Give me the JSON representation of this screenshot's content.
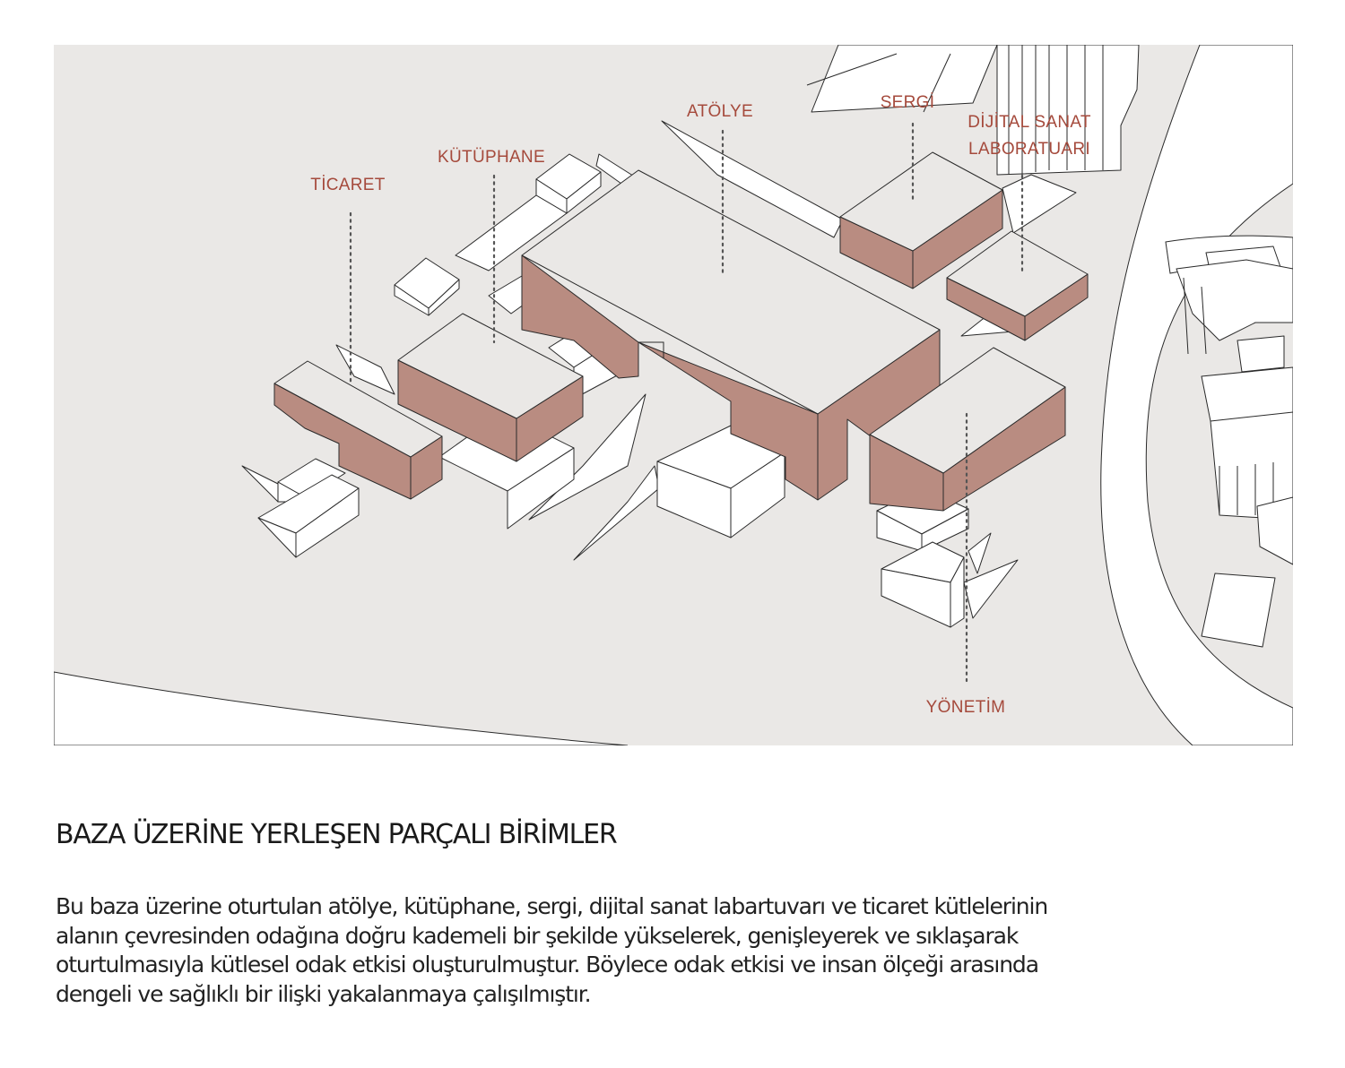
{
  "diagram": {
    "labels": {
      "ticaret": "TİCARET",
      "kutuphane": "KÜTÜPHANE",
      "atolye": "ATÖLYE",
      "sergi": "SERGİ",
      "dijital_line1": "DİJİTAL SANAT",
      "dijital_line2": "LABORATUARI",
      "yonetim": "YÖNETİM"
    },
    "colors": {
      "background": "#eae8e6",
      "mass_side": "#b98c81",
      "label": "#a54a3c",
      "line": "#2a2a2a"
    }
  },
  "text": {
    "title": "BAZA ÜZERİNE YERLEŞEN PARÇALI BİRİMLER",
    "body_lines": [
      "Bu baza üzerine oturtulan atölye, kütüphane, sergi, dijital sanat labartuvarı ve ticaret kütlelerinin",
      "alanın çevresinden odağına doğru kademeli bir şekilde yükselerek, genişleyerek ve sıklaşarak",
      "oturtulmasıyla kütlesel odak etkisi oluşturulmuştur. Böylece odak etkisi ve insan ölçeği arasında",
      "dengeli ve sağlıklı bir ilişki yakalanmaya çalışılmıştır."
    ]
  }
}
